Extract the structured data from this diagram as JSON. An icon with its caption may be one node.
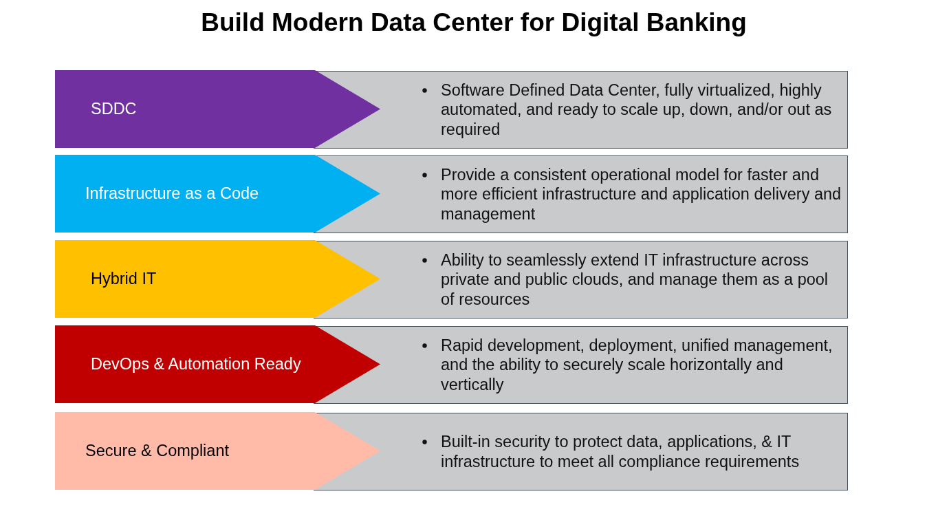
{
  "diagram": {
    "title": "Build Modern Data Center for Digital Banking",
    "nodes": [
      {
        "text": [
          "SDDC"
        ]
      },
      {
        "text": [
          "Software Defined Data Center, fully virtualized, highly automated, and ready to scale up, down, and/or out as required"
        ]
      },
      {
        "text": [
          "Infrastructure as a Code"
        ]
      },
      {
        "text": [
          "Provide a consistent operational model for faster and more efficient infrastructure and application delivery and management"
        ]
      },
      {
        "text": [
          "Hybrid IT"
        ]
      },
      {
        "text": [
          "Ability to seamlessly extend IT infrastructure across private and public clouds, and manage them as a pool of resources"
        ]
      },
      {
        "text": [
          "DevOps & Automation Ready"
        ]
      },
      {
        "text": [
          "Rapid development, deployment, unified management, and the ability to securely scale horizontally and vertically"
        ]
      },
      {
        "text": [
          "Secure & Compliant"
        ]
      },
      {
        "text": [
          "Built-in security to protect data, applications, & IT infrastructure to meet all compliance requirements"
        ]
      }
    ]
  }
}
